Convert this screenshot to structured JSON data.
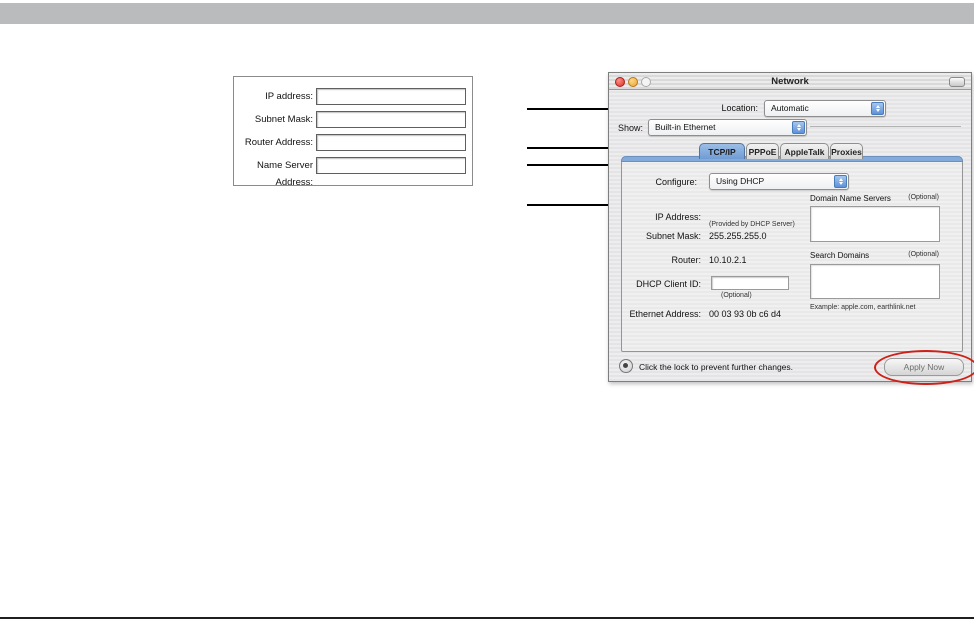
{
  "page": {
    "top_bar_color": "#b9bbbc",
    "bottom_rule_color": "#1f1f1f",
    "annotation_red": "#cd2017",
    "aqua_blue": "#7ca7da"
  },
  "left_form": {
    "fields": [
      {
        "label": "IP address:",
        "value": ""
      },
      {
        "label": "Subnet Mask:",
        "value": ""
      },
      {
        "label": "Router Address:",
        "value": ""
      },
      {
        "label": "Name Server Address:",
        "value": ""
      }
    ]
  },
  "mac_window": {
    "title": "Network",
    "location_label": "Location:",
    "location_value": "Automatic",
    "show_label": "Show:",
    "show_value": "Built-in Ethernet",
    "tabs": [
      {
        "label": "TCP/IP"
      },
      {
        "label": "PPPoE"
      },
      {
        "label": "AppleTalk"
      },
      {
        "label": "Proxies"
      }
    ],
    "configure_label": "Configure:",
    "configure_value": "Using DHCP",
    "fields": {
      "ip_address_label": "IP Address:",
      "ip_address_note": "(Provided by DHCP Server)",
      "subnet_mask_label": "Subnet Mask:",
      "subnet_mask_value": "255.255.255.0",
      "router_label": "Router:",
      "router_value": "10.10.2.1",
      "dhcp_client_id_label": "DHCP Client ID:",
      "dhcp_client_id_value": "",
      "dhcp_client_id_note": "(Optional)",
      "ethernet_address_label": "Ethernet Address:",
      "ethernet_address_value": "00 03 93 0b c6 d4",
      "dns_label": "Domain Name Servers",
      "dns_optional": "(Optional)",
      "search_domains_label": "Search Domains",
      "search_domains_optional": "(Optional)",
      "example_text": "Example: apple.com, earthlink.net"
    },
    "footer": {
      "lock_text": "Click the lock to prevent further changes.",
      "apply_button": "Apply Now"
    }
  }
}
